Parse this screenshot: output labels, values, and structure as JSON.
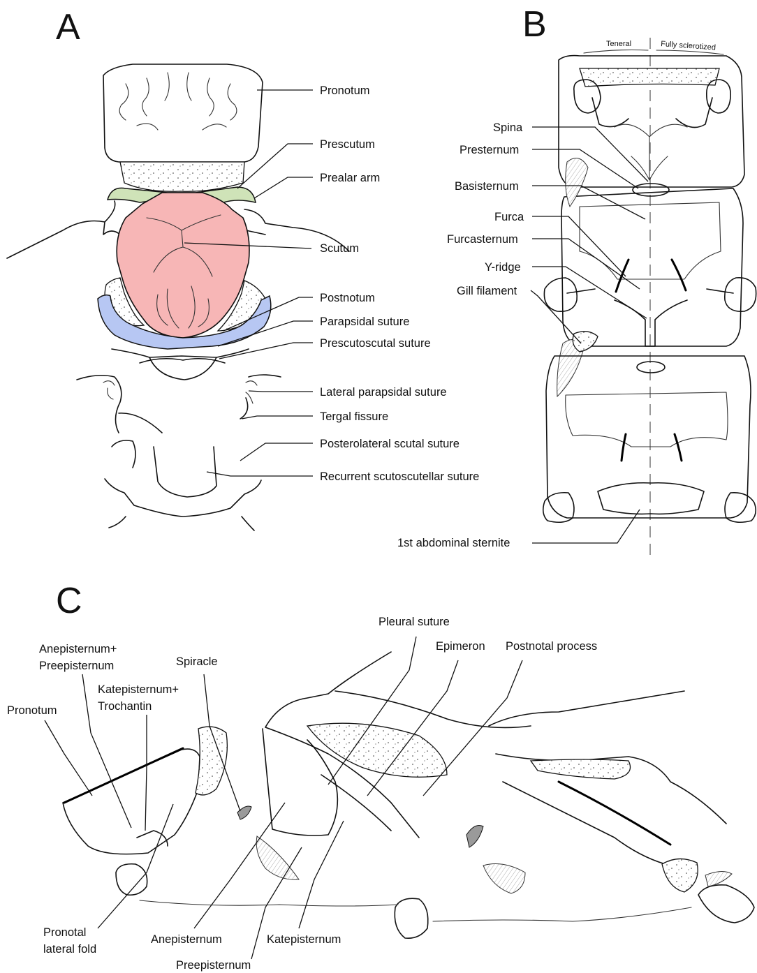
{
  "panels": {
    "a": {
      "letter": "A",
      "labels": {
        "pronotum": "Pronotum",
        "prescutum": "Prescutum",
        "prealar_arm": "Prealar arm",
        "scutum": "Scutum",
        "postnotum": "Postnotum",
        "parapsidal_suture": "Parapsidal suture",
        "prescutoscutal_suture": "Prescutoscutal suture",
        "lateral_parapsidal_suture": "Lateral parapsidal suture",
        "tergal_fissure": "Tergal fissure",
        "posterolateral_scutal_suture": "Posterolateral scutal suture",
        "recurrent_scutoscutellar_suture": "Recurrent scutoscutellar suture"
      },
      "colors": {
        "prescutum_area": "#cfe3b8",
        "scutum_area": "#f7b6b6",
        "postnotum_area": "#b7c7f3"
      }
    },
    "b": {
      "letter": "B",
      "header": {
        "teneral": "Teneral",
        "fully_sclerotized": "Fully sclerotized"
      },
      "labels": {
        "spina": "Spina",
        "presternum": "Presternum",
        "basisternum": "Basisternum",
        "furca": "Furca",
        "furcasternum": "Furcasternum",
        "y_ridge": "Y-ridge",
        "gill_filament": "Gill filament",
        "first_abdominal_sternite": "1st abdominal sternite"
      }
    },
    "c": {
      "letter": "C",
      "labels": {
        "pleural_suture": "Pleural suture",
        "epimeron": "Epimeron",
        "postnotal_process": "Postnotal process",
        "anepisternum_preepisternum_1": "Anepisternum+",
        "anepisternum_preepisternum_2": "Preepisternum",
        "spiracle": "Spiracle",
        "katepisternum_trochantin_1": "Katepisternum+",
        "katepisternum_trochantin_2": "Trochantin",
        "pronotum": "Pronotum",
        "pronotal_lateral_fold_1": "Pronotal",
        "pronotal_lateral_fold_2": "lateral fold",
        "anepisternum": "Anepisternum",
        "katepisternum": "Katepisternum",
        "preepisternum": "Preepisternum"
      },
      "colors": {
        "spiracle_fill": "#9a9a9a"
      }
    }
  }
}
